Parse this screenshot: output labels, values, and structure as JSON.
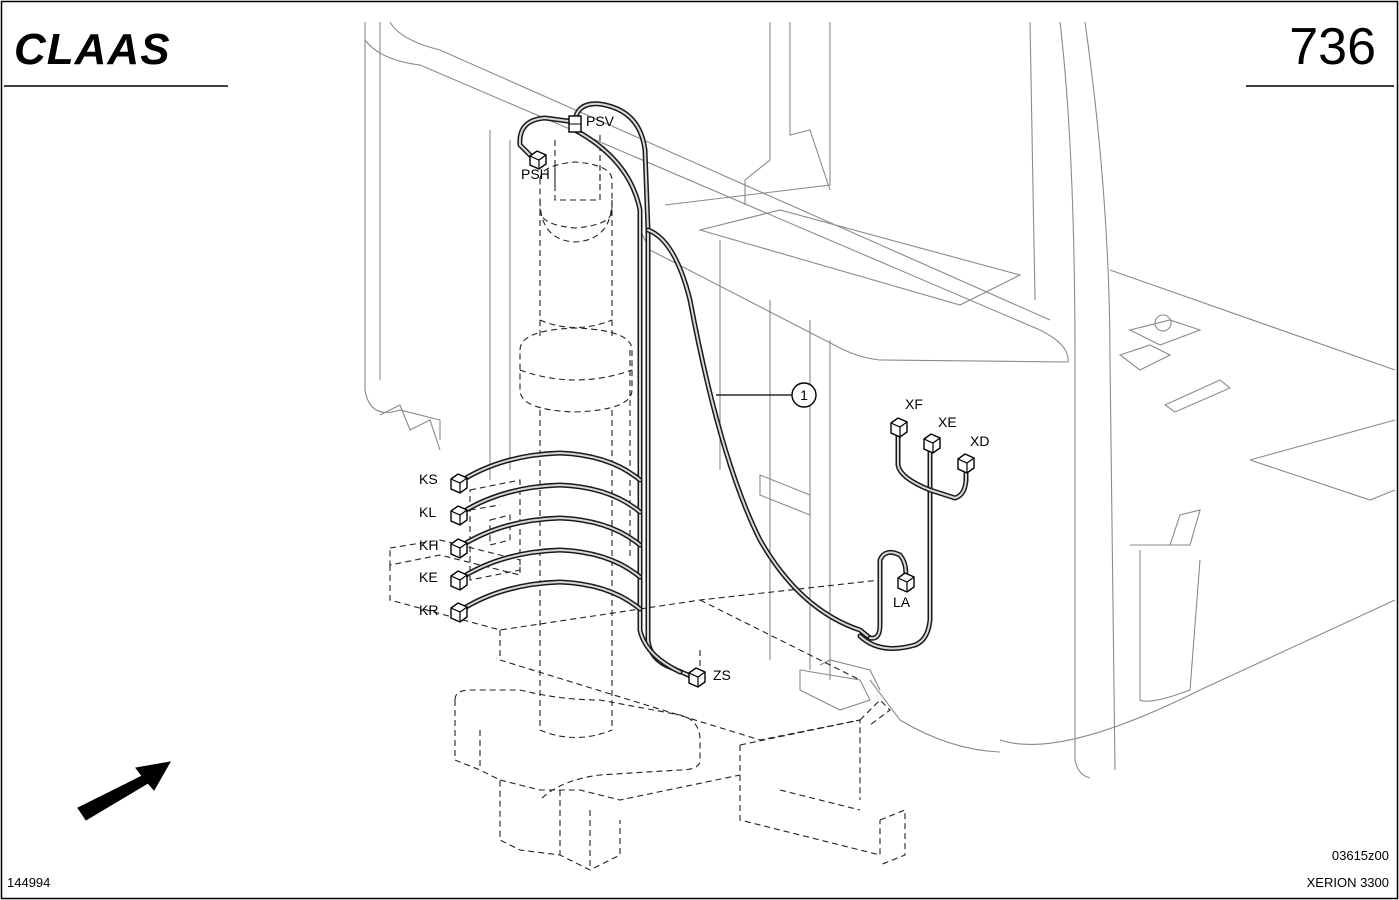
{
  "header": {
    "brand": "CLAAS",
    "page_number": "736"
  },
  "diagram": {
    "callout_number": "1",
    "connectors": [
      {
        "id": "psv",
        "label": "PSV"
      },
      {
        "id": "psh",
        "label": "PSH"
      },
      {
        "id": "ks",
        "label": "KS"
      },
      {
        "id": "kl",
        "label": "KL"
      },
      {
        "id": "kh",
        "label": "KH"
      },
      {
        "id": "ke",
        "label": "KE"
      },
      {
        "id": "kr",
        "label": "KR"
      },
      {
        "id": "zs",
        "label": "ZS"
      },
      {
        "id": "xf",
        "label": "XF"
      },
      {
        "id": "xe",
        "label": "XE"
      },
      {
        "id": "xd",
        "label": "XD"
      },
      {
        "id": "la",
        "label": "LA"
      }
    ]
  },
  "footer": {
    "doc_number": "144994",
    "drawing_code": "03615z00",
    "model": "XERION 3300"
  },
  "colors": {
    "ink": "#000000",
    "machine_outline": "#8a8a8a",
    "background": "#ffffff"
  }
}
